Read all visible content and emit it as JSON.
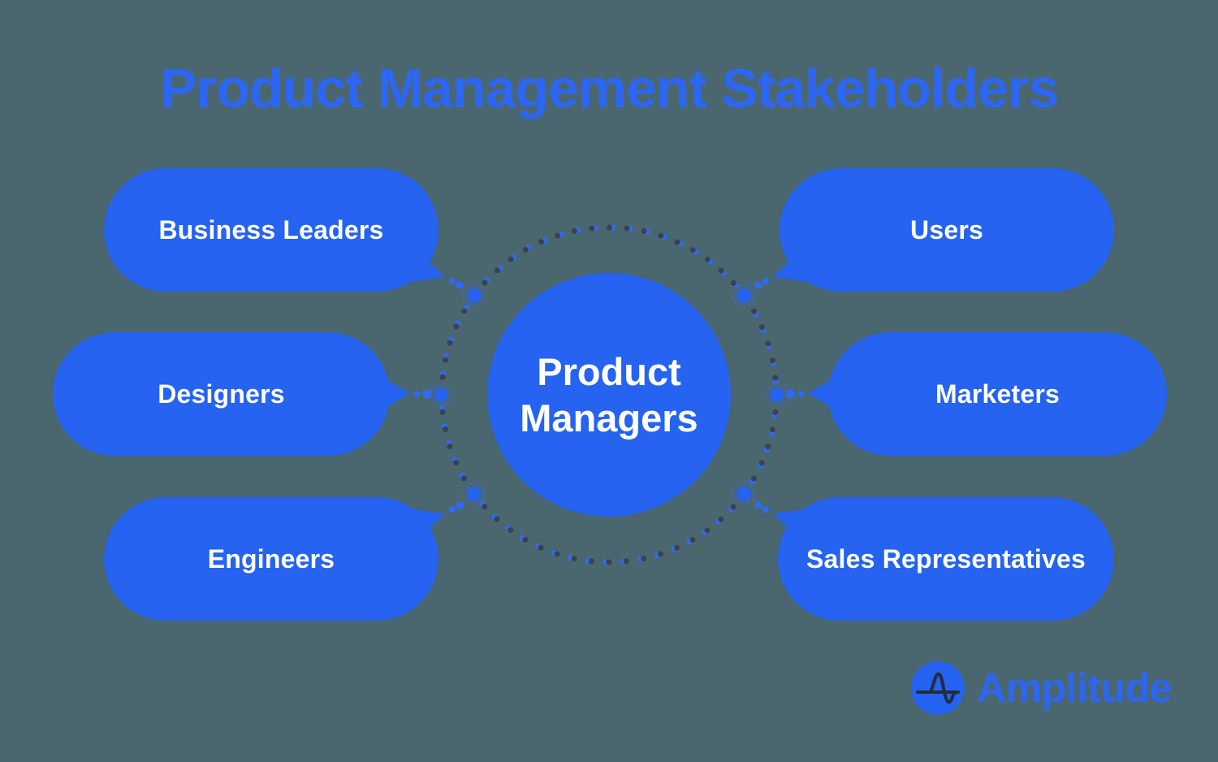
{
  "title": "Product Management Stakeholders",
  "center_node": {
    "line1": "Product",
    "line2": "Managers"
  },
  "stakeholders": [
    {
      "label": "Business Leaders"
    },
    {
      "label": "Users"
    },
    {
      "label": "Designers"
    },
    {
      "label": "Marketers"
    },
    {
      "label": "Engineers"
    },
    {
      "label": "Sales Representatives"
    }
  ],
  "logo": {
    "brand": "Amplitude",
    "icon": "amplitude-sine-a-icon"
  },
  "colors": {
    "background": "#4A6770",
    "shape_blue": "#2563F0",
    "title_blue": "#2C66F3",
    "label_white": "#FFFFFF",
    "ring_dot_dark": "#3A4150",
    "ring_dot_blue": "#2E6AF4",
    "anchor_dash": "#3F66D9",
    "logo_glyph_dark": "#232D3F"
  }
}
